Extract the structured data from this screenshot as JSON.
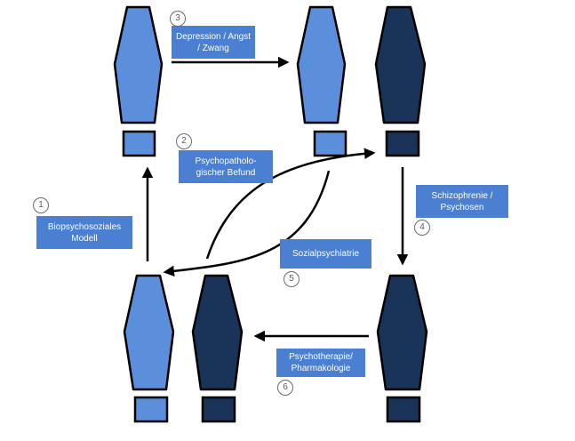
{
  "colors": {
    "light_blue": "#5b8fdb",
    "dark_navy": "#1a3358",
    "label_box": "#4a7fd1",
    "outline": "#000000"
  },
  "steps": [
    {
      "number": "1",
      "label": "Biopsychosoziales Modell"
    },
    {
      "number": "2",
      "label": "Psychopatholo-gischer Befund"
    },
    {
      "number": "3",
      "label": "Depression / Angst / Zwang"
    },
    {
      "number": "4",
      "label": "Schizophrenie / Psychosen"
    },
    {
      "number": "5",
      "label": "Sozialpsychiatrie"
    },
    {
      "number": "6",
      "label": "Psychotherapie/ Pharmakologie"
    }
  ]
}
